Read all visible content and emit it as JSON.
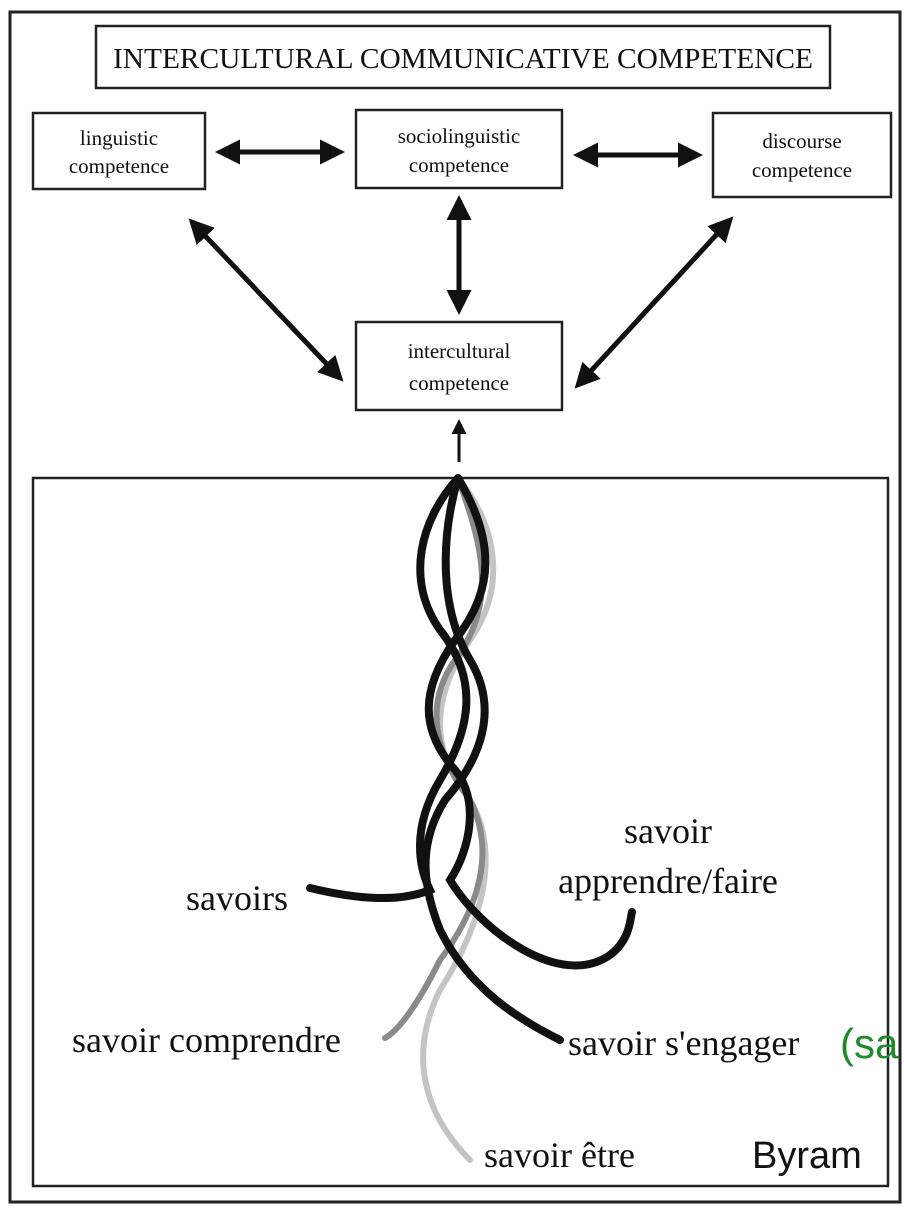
{
  "title": "INTERCULTURAL COMMUNICATIVE COMPETENCE",
  "boxes": {
    "linguistic": {
      "line1": "linguistic",
      "line2": "competence"
    },
    "sociolinguistic": {
      "line1": "sociolinguistic",
      "line2": "competence"
    },
    "discourse": {
      "line1": "discourse",
      "line2": "competence"
    },
    "intercultural": {
      "line1": "intercultural",
      "line2": "competence"
    }
  },
  "strands": {
    "savoirs": "savoirs",
    "savoir_apprendre_line1": "savoir",
    "savoir_apprendre_line2": "apprendre/faire",
    "savoir_comprendre": "savoir comprendre",
    "savoir_engager": "savoir s'engager",
    "savoir_etre": "savoir être"
  },
  "overlay": {
    "green_fragment": "(sa",
    "credit_fragment": "Byram"
  },
  "colors": {
    "ink": "#111111",
    "grey_strand": "#8a8a8a",
    "light_strand": "#c4c4c4",
    "green": "#1f8a2a"
  }
}
